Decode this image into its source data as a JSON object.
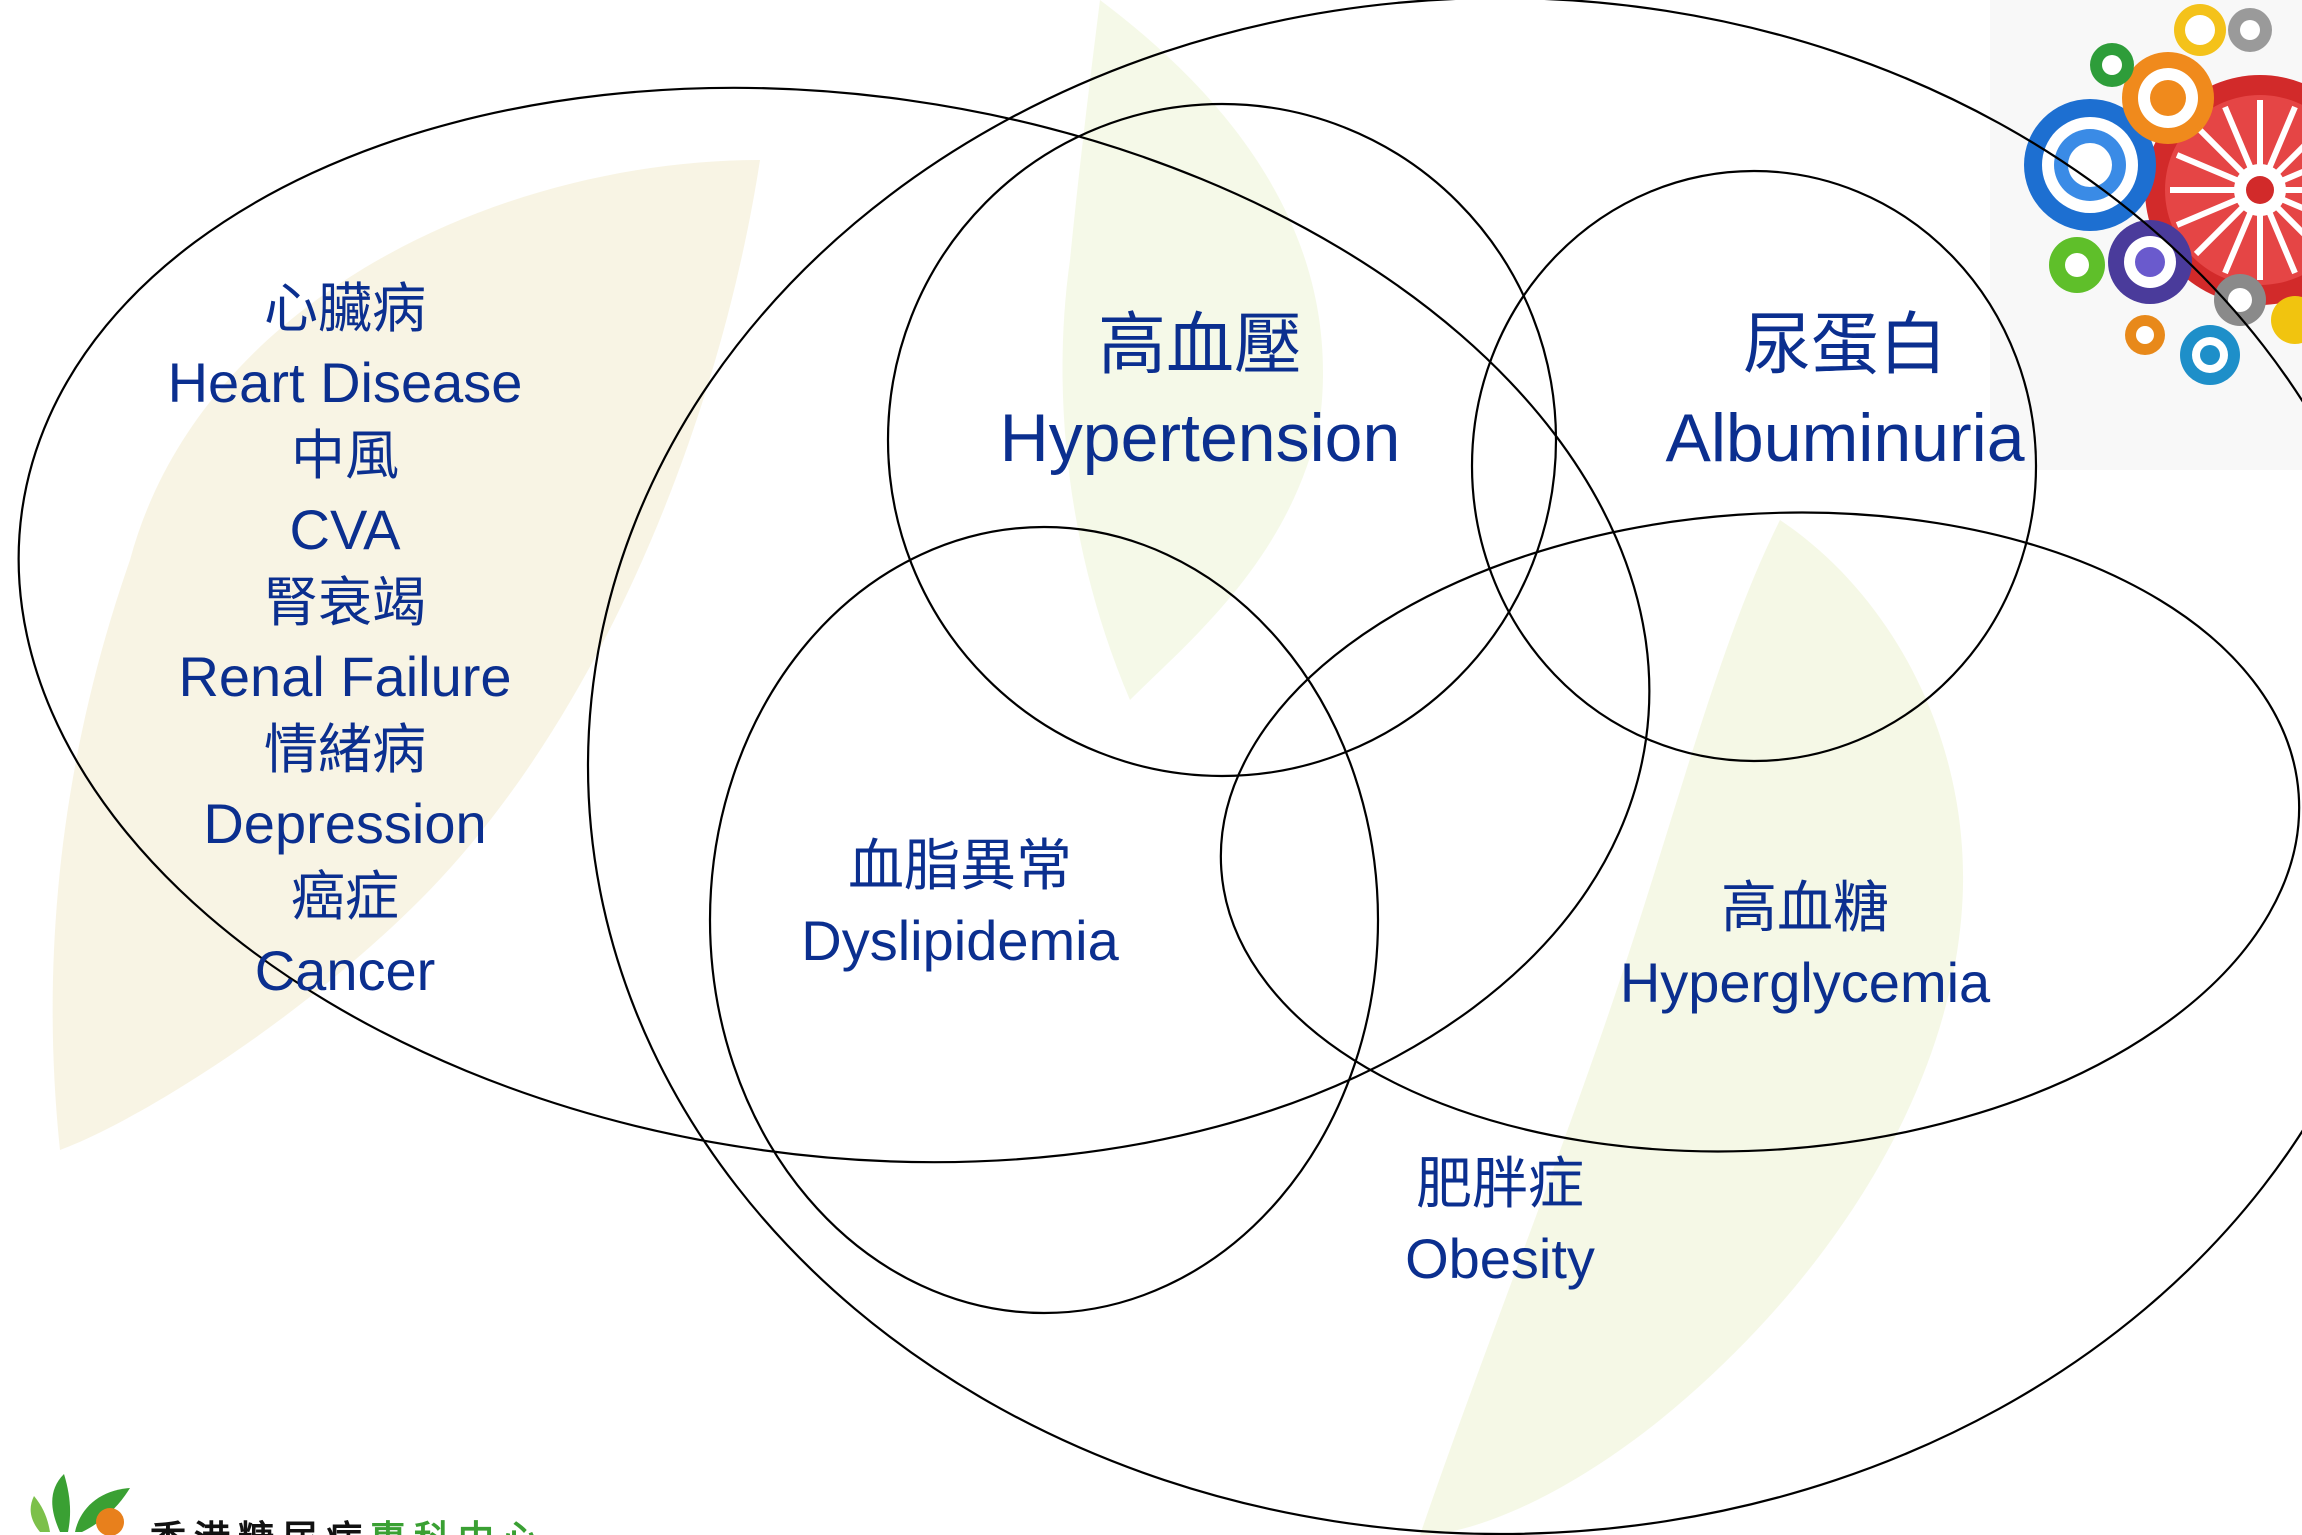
{
  "diagram": {
    "left_ellipse_items": [
      {
        "cjk": "心臟病",
        "en": "Heart Disease"
      },
      {
        "cjk": "中風",
        "en": "CVA"
      },
      {
        "cjk": "腎衰竭",
        "en": "Renal Failure"
      },
      {
        "cjk": "情緒病",
        "en": "Depression"
      },
      {
        "cjk": "癌症",
        "en": "Cancer"
      }
    ],
    "hypertension": {
      "cjk": "高血壓",
      "en": "Hypertension"
    },
    "albuminuria": {
      "cjk": "尿蛋白",
      "en": "Albuminuria"
    },
    "dyslipidemia": {
      "cjk": "血脂異常",
      "en": "Dyslipidemia"
    },
    "hyperglycemia": {
      "cjk": "高血糖",
      "en": "Hyperglycemia"
    },
    "obesity": {
      "cjk": "肥胖症",
      "en": "Obesity"
    }
  },
  "logo": {
    "name_black": "香港糖尿病",
    "name_green": "專科中心"
  },
  "colors": {
    "label_text": "#0b2f8f",
    "outline": "#000000",
    "watermark": "#f6f1dc",
    "logo_green": "#3aa033",
    "logo_orange": "#e8801c"
  },
  "decorations": {
    "corner_image": "colorful-gears-icon"
  }
}
